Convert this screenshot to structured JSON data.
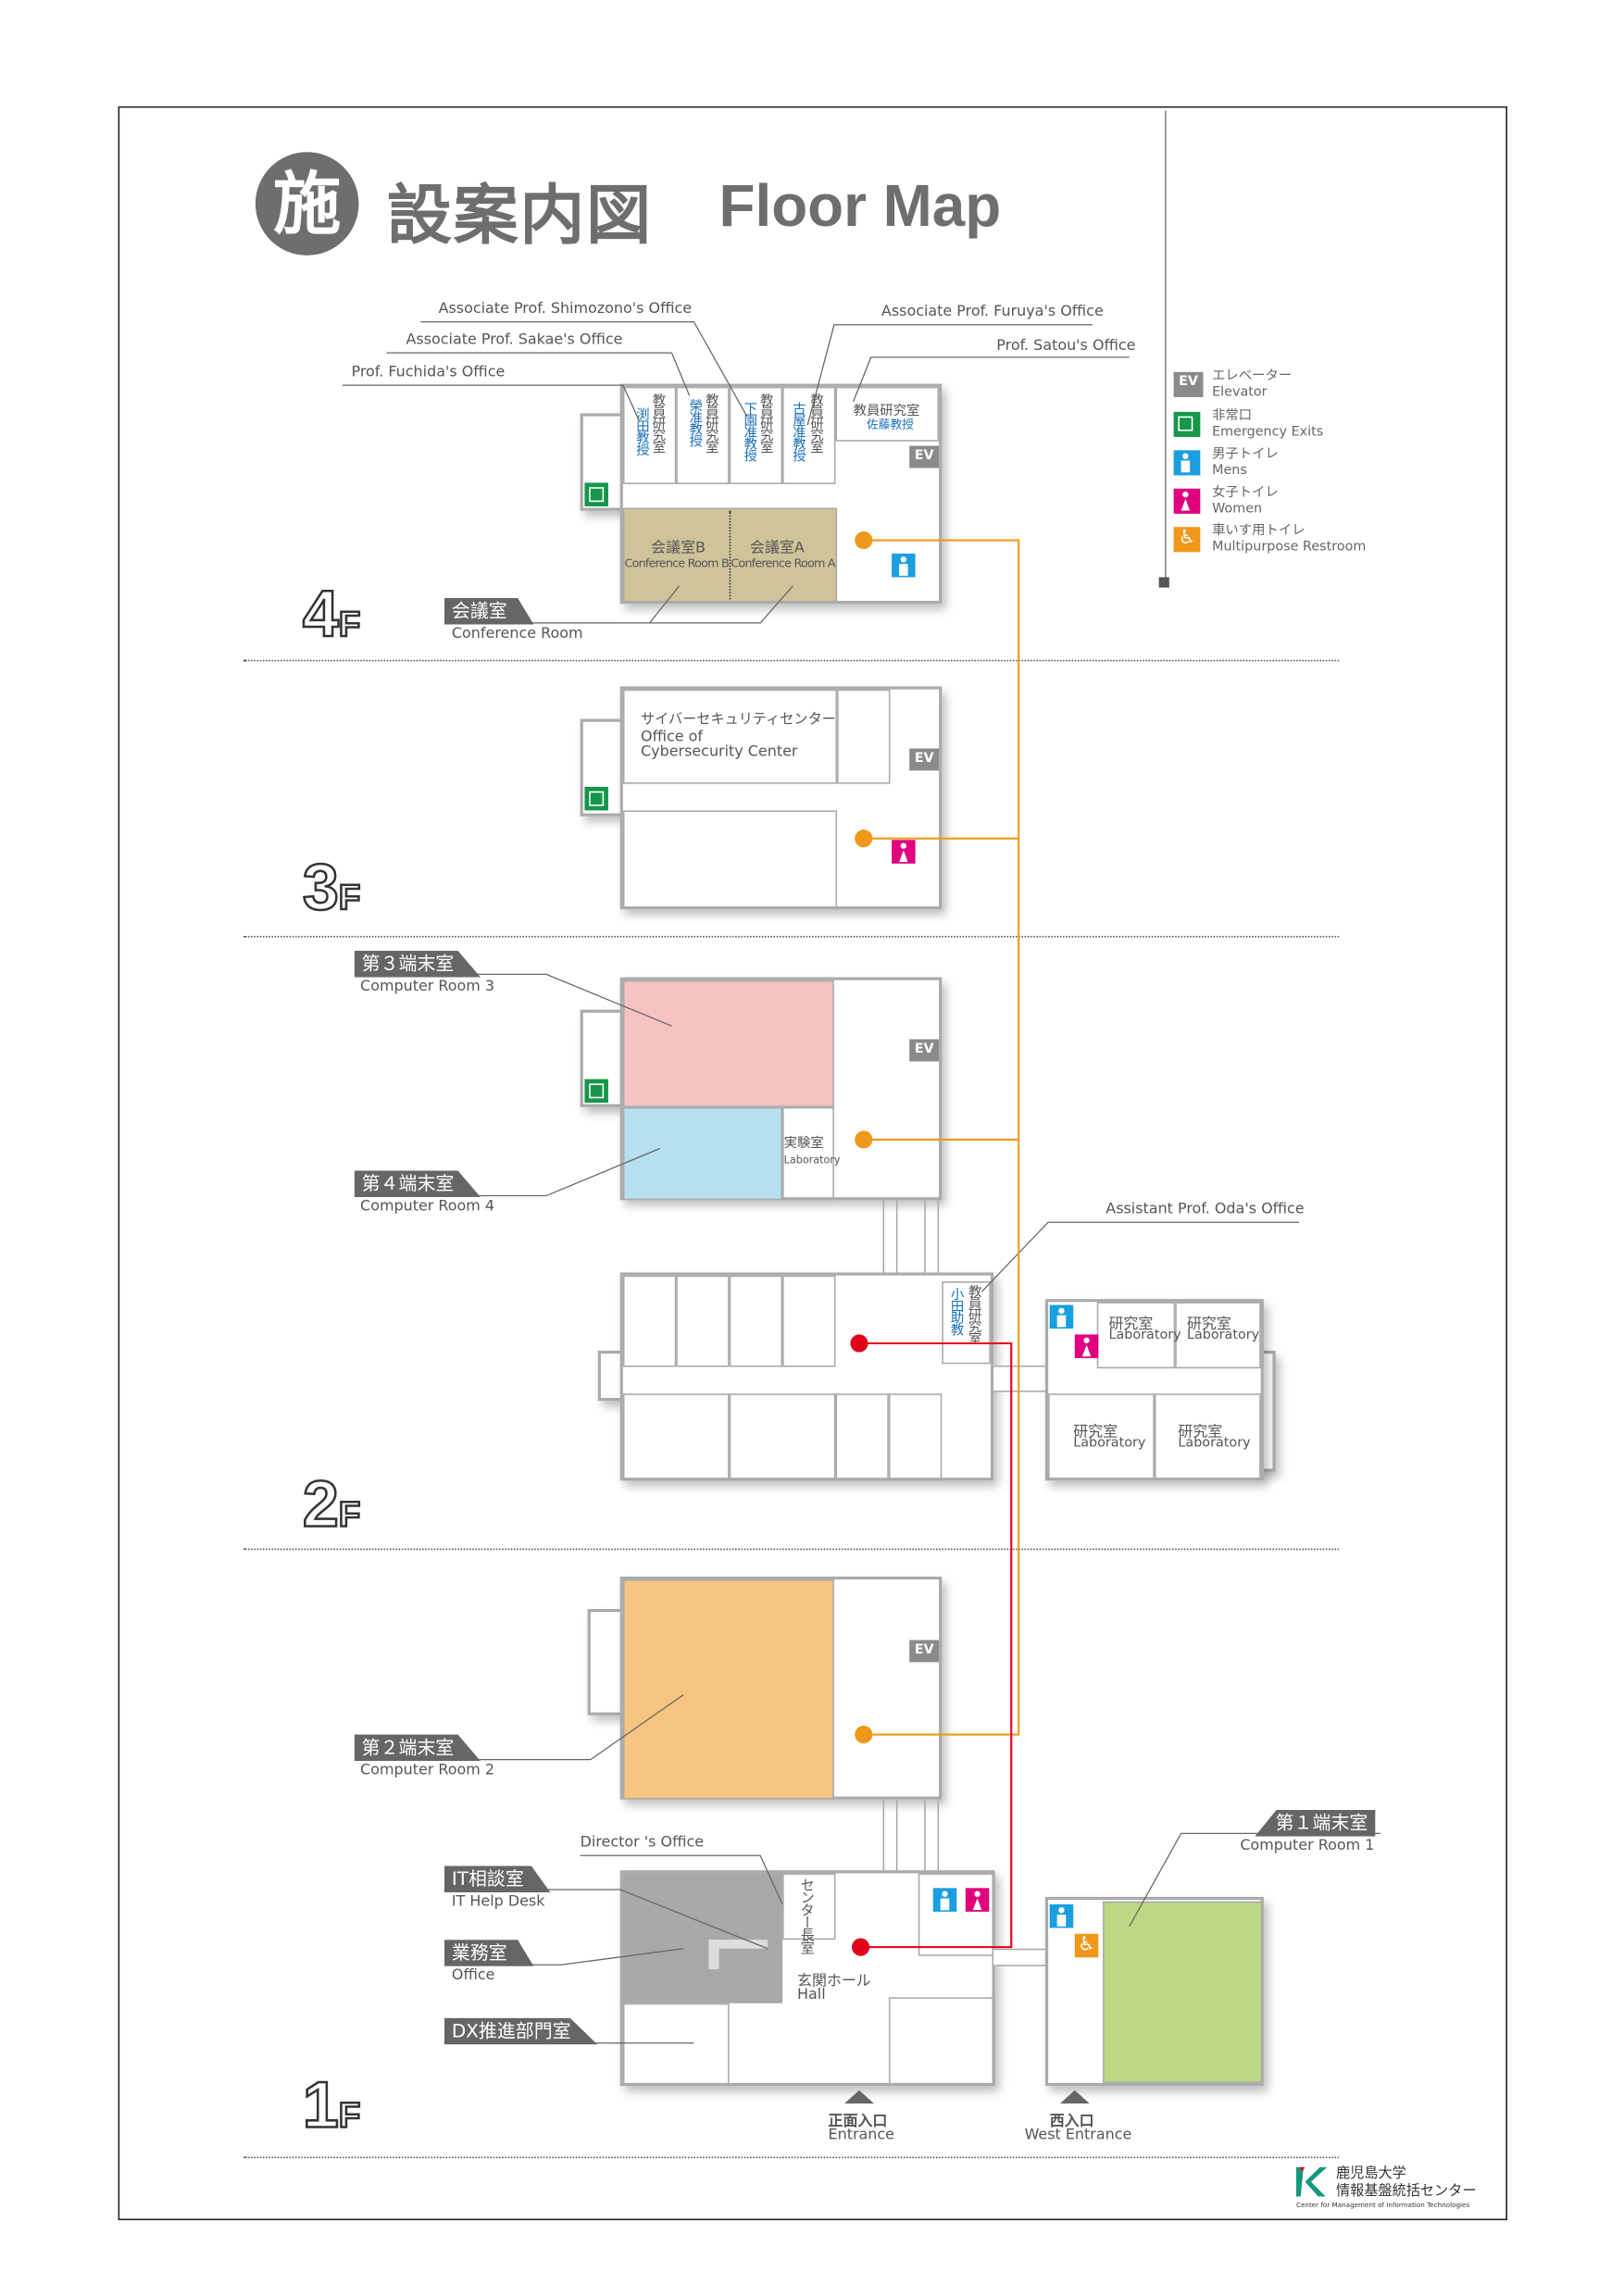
{
  "header": {
    "badge": "施",
    "title_jp": "設案内図",
    "title_en": "Floor Map"
  },
  "legend": [
    {
      "icon": "elevator-icon",
      "badge": "EV",
      "jp": "エレベーター",
      "en": "Elevator"
    },
    {
      "icon": "emergency-exit-icon",
      "jp": "非常口",
      "en": "Emergency Exits"
    },
    {
      "icon": "mens-restroom-icon",
      "jp": "男子トイレ",
      "en": "Mens"
    },
    {
      "icon": "womens-restroom-icon",
      "jp": "女子トイレ",
      "en": "Women"
    },
    {
      "icon": "wheelchair-icon",
      "jp": "車いす用トイレ",
      "en": "Multipurpose Restroom"
    }
  ],
  "floors": {
    "f4": {
      "num": "4",
      "suffix": "F"
    },
    "f3": {
      "num": "3",
      "suffix": "F"
    },
    "f2": {
      "num": "2",
      "suffix": "F"
    },
    "f1": {
      "num": "1",
      "suffix": "F"
    }
  },
  "ev": "EV",
  "wheelchair_glyph": "♿",
  "f4": {
    "offices": [
      {
        "jp": "教員研究室",
        "name": "渕田教授"
      },
      {
        "jp": "教員研究室",
        "name": "榮准教授"
      },
      {
        "jp": "教員研究室",
        "name": "下園准教授"
      },
      {
        "jp": "教員研究室",
        "name": "古屋准教授"
      },
      {
        "jp": "教員研究室",
        "name": "佐藤教授"
      }
    ],
    "conf_b": {
      "jp": "会議室B",
      "en": "Conference Room B"
    },
    "conf_a": {
      "jp": "会議室A",
      "en": "Conference Room A"
    },
    "tag": {
      "jp": "会議室",
      "en": "Conference Room"
    },
    "annotations": {
      "shimozono": "Associate Prof. Shimozono's Office",
      "sakae": "Associate Prof. Sakae's Office",
      "fuchida": "Prof. Fuchida's Office",
      "furuya": "Associate Prof. Furuya's Office",
      "satou": "Prof. Satou's Office"
    }
  },
  "f3": {
    "cyber": {
      "jp": "サイバーセキュリティセンター",
      "en1": "Office of",
      "en2": "Cybersecurity Center"
    }
  },
  "f2": {
    "cr3": {
      "jp": "第３端末室",
      "en": "Computer Room 3"
    },
    "cr4": {
      "jp": "第４端末室",
      "en": "Computer Room 4"
    },
    "lab_small": {
      "jp": "実験室",
      "en": "Laboratory"
    },
    "oda": {
      "jp": "教員研究室",
      "name": "小田助教",
      "annotation": "Assistant Prof. Oda's Office"
    },
    "labs": [
      {
        "jp": "研究室",
        "en": "Laboratory"
      },
      {
        "jp": "研究室",
        "en": "Laboratory"
      },
      {
        "jp": "研究室",
        "en": "Laboratory"
      },
      {
        "jp": "研究室",
        "en": "Laboratory"
      }
    ]
  },
  "f1": {
    "cr2": {
      "jp": "第２端末室",
      "en": "Computer Room 2"
    },
    "cr1": {
      "jp": "第１端末室",
      "en": "Computer Room 1"
    },
    "it": {
      "jp": "IT相談室",
      "en": "IT Help Desk"
    },
    "office": {
      "jp": "業務室",
      "en": "Office"
    },
    "dx": {
      "jp": "DX推進部門室"
    },
    "director": {
      "jp": "センター長室",
      "en": "Director 's Office"
    },
    "hall": {
      "jp": "玄関ホール",
      "en": "Hall"
    },
    "entrance": {
      "jp": "正面入口",
      "en": "Entrance"
    },
    "west": {
      "jp": "西入口",
      "en": "West Entrance"
    }
  },
  "footer": {
    "univ": "鹿児島大学",
    "center": "情報基盤統括センター",
    "en": "Center for Management of Information Technologies"
  },
  "colors": {
    "conference": "#cfc39a",
    "cr3": "#f6c2c2",
    "cr4": "#b6dff1",
    "cr2": "#f5c581",
    "cr1": "#bcd882",
    "it": "#a8a8a8",
    "route_orange": "#f0981a",
    "route_red": "#e0001a"
  }
}
